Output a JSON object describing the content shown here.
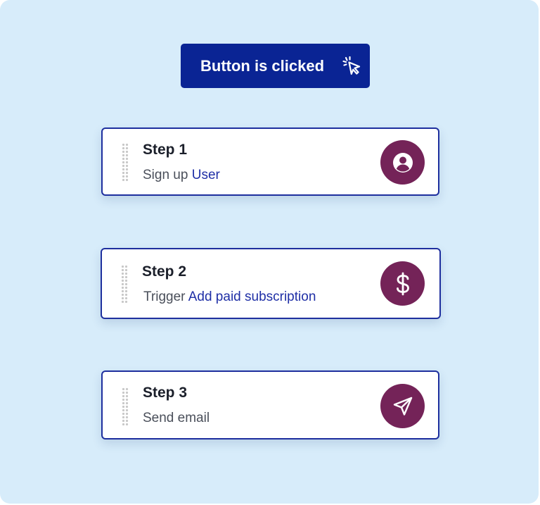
{
  "trigger": {
    "label": "Button is clicked",
    "icon": "cursor-click-icon",
    "color": "#0a2494"
  },
  "steps": [
    {
      "title": "Step 1",
      "prefix": "Sign up",
      "link": "User",
      "icon": "user-circle-icon"
    },
    {
      "title": "Step 2",
      "prefix": "Trigger",
      "link": "Add paid subscription",
      "icon": "dollar-icon"
    },
    {
      "title": "Step 3",
      "prefix": "Send email",
      "link": "",
      "icon": "send-icon"
    }
  ],
  "colors": {
    "background": "#d7ecfa",
    "card_border": "#1e2f9e",
    "icon_circle": "#742358",
    "link": "#1f2fa6"
  }
}
